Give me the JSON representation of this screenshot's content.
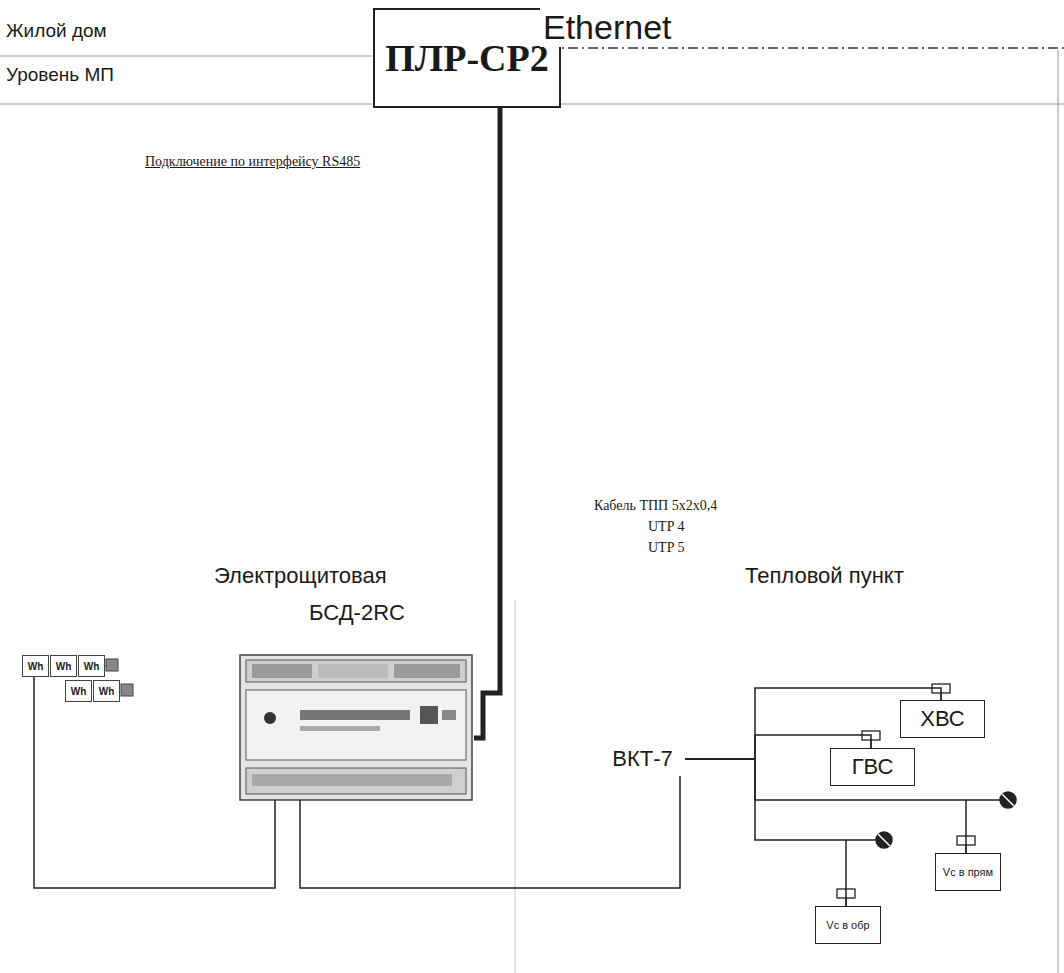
{
  "diagram": {
    "nodes": [
      {
        "text": [
          "ПЛР-СР2"
        ]
      },
      {
        "text": [
          "БСД-2RC"
        ]
      },
      {
        "text": [
          "ХВС"
        ]
      },
      {
        "text": [
          "Wh"
        ]
      },
      {
        "text": [
          "Wh"
        ]
      },
      {
        "text": [
          "Wh"
        ]
      },
      {
        "text": [
          "Wh"
        ]
      },
      {
        "text": [
          "Wh"
        ]
      },
      {
        "text": [
          "ГВС"
        ]
      },
      {
        "text": [
          "ВКТ-7"
        ]
      },
      {
        "text": [
          "Vc в прям"
        ]
      },
      {
        "text": [
          "Vc в обр"
        ]
      }
    ],
    "edges": [
      {
        "from": 0,
        "to": 1,
        "arrow": "none"
      },
      {
        "from": 3,
        "to": 1,
        "arrow": "none"
      },
      {
        "from": 1,
        "to": 9,
        "arrow": "none"
      },
      {
        "from": 9,
        "to": 2,
        "arrow": "none"
      },
      {
        "from": 9,
        "to": 8,
        "arrow": "none"
      },
      {
        "from": 9,
        "to": 10,
        "arrow": "none"
      },
      {
        "from": 9,
        "to": 11,
        "arrow": "none"
      }
    ],
    "labels": [
      "Жилой дом",
      "Ethernet",
      "Уровень МП",
      "Подключение по интерфейсу RS485",
      "Кабель ТПП 5x2x0,4",
      "UTP 4",
      "UTP 5",
      "Электрощитовая",
      "Тепловой пункт"
    ]
  }
}
